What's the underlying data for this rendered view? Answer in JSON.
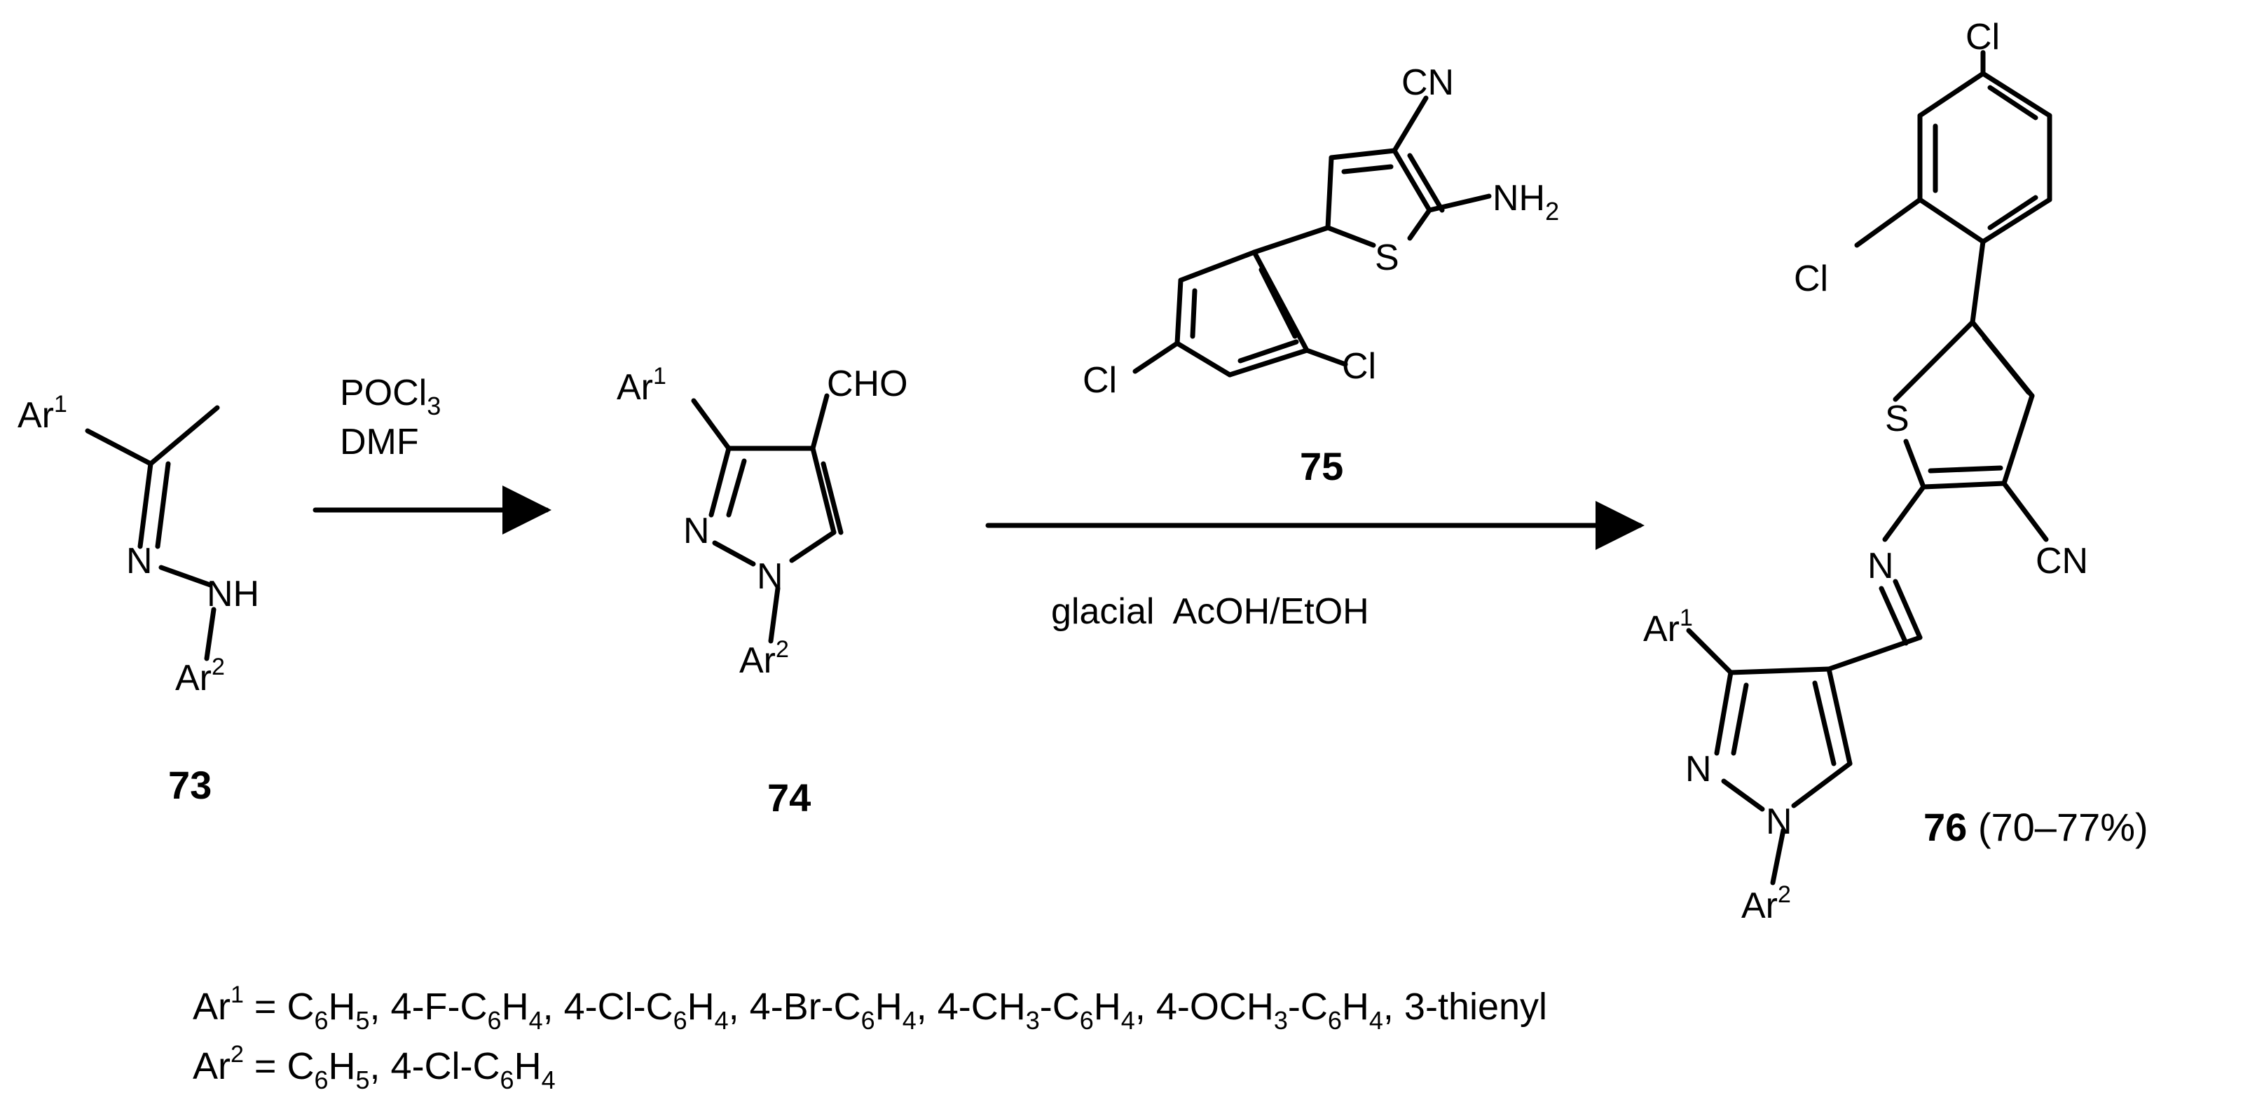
{
  "labels": {
    "ar": "Ar",
    "one": "1",
    "two": "2",
    "n": "N",
    "nh": "NH",
    "cho": "CHO",
    "cn": "CN",
    "nh2_main": "NH",
    "nh2_sub": "2",
    "s": "S",
    "cl": "Cl"
  },
  "compounds": {
    "c73": "73",
    "c74": "74",
    "c75": "75",
    "c76": "76",
    "c76_yield": "(70–77%)"
  },
  "reagents": {
    "step1_line1_main": "POCl",
    "step1_line1_sub": "3",
    "step1_line2": "DMF",
    "step2": "glacial  AcOH/EtOH"
  },
  "footnote": {
    "ar1_prefix": "Ar",
    "ar1_sup": "1",
    "ar1_eq": " = C",
    "ar1_s1": "6",
    "ar1_t1": "H",
    "ar1_s2": "5",
    "ar1_t2": ", 4-F-C",
    "ar1_s3": "6",
    "ar1_t3": "H",
    "ar1_s4": "4",
    "ar1_t4": ", 4-Cl-C",
    "ar1_s5": "6",
    "ar1_t5": "H",
    "ar1_s6": "4",
    "ar1_t6": ", 4-Br-C",
    "ar1_s7": "6",
    "ar1_t7": "H",
    "ar1_s8": "4",
    "ar1_t8": ", 4-CH",
    "ar1_s9": "3",
    "ar1_t9": "-C",
    "ar1_s10": "6",
    "ar1_t10": "H",
    "ar1_s11": "4",
    "ar1_t11": ", 4-OCH",
    "ar1_s12": "3",
    "ar1_t12": "-C",
    "ar1_s13": "6",
    "ar1_t13": "H",
    "ar1_s14": "4",
    "ar1_t14": ", 3-thienyl",
    "ar2_prefix": "Ar",
    "ar2_sup": "2",
    "ar2_eq": " = C",
    "ar2_s1": "6",
    "ar2_t1": "H",
    "ar2_s2": "5",
    "ar2_t2": ", 4-Cl-C",
    "ar2_s3": "6",
    "ar2_t3": "H",
    "ar2_s4": "4"
  }
}
